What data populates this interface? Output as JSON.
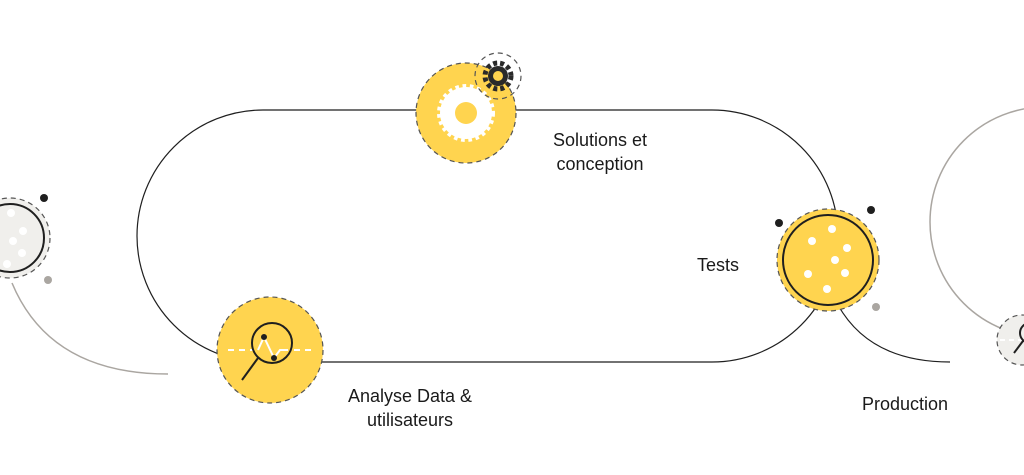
{
  "steps": {
    "solutions": "Solutions et conception",
    "tests": "Tests",
    "analyse": "Analyse Data & utilisateurs",
    "production": "Production"
  },
  "colors": {
    "accent": "#FFD44F",
    "gray_fill": "#F0EFEC",
    "line_dark": "#1f1f1f",
    "line_gray": "#aaa6a1"
  },
  "icons": [
    "gear-icon",
    "magnifier-chart-icon",
    "dots-icon"
  ]
}
